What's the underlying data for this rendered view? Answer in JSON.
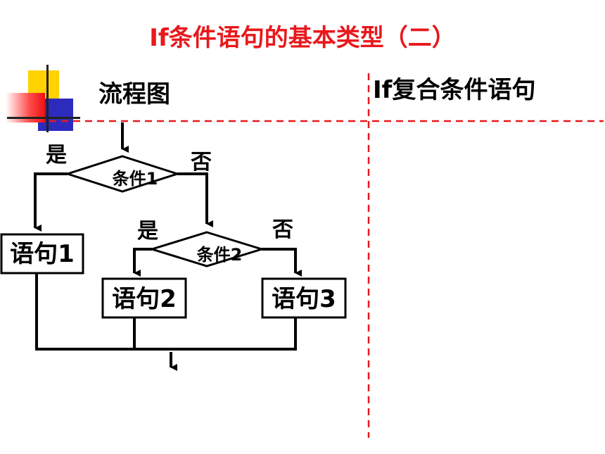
{
  "slide": {
    "title": "If条件语句的基本类型（二）",
    "left_heading": "流程图",
    "right_heading": "If复合条件语句"
  },
  "flowchart": {
    "cond1": "条件1",
    "cond2": "条件2",
    "yes1": "是",
    "no1": "否",
    "yes2": "是",
    "no2": "否",
    "stmt1": "语句1",
    "stmt2": "语句2",
    "stmt3": "语句3"
  },
  "colors": {
    "title": "#e8181c",
    "dashed_divider": "#e8181c",
    "deco_yellow": "#ffd200",
    "deco_blue": "#2d2bbd"
  }
}
